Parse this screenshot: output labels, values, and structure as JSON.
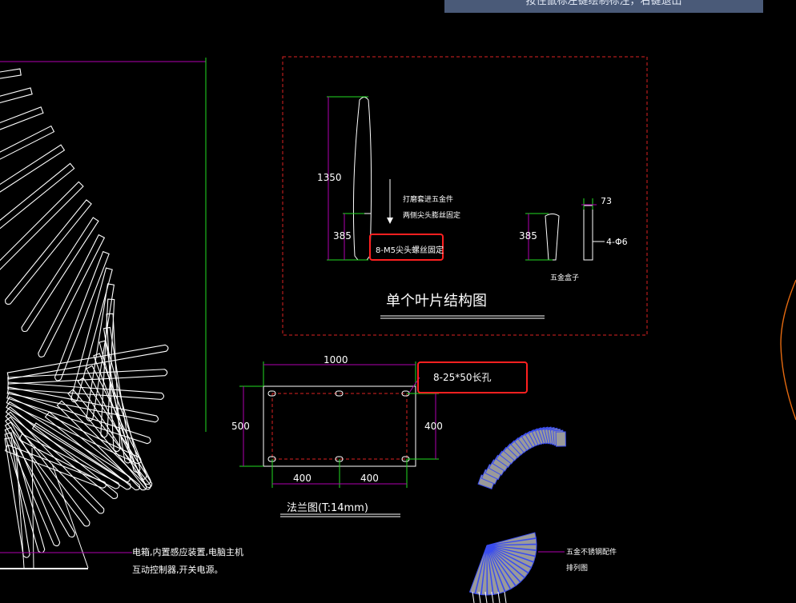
{
  "tooltip": "按住鼠标左键绘制标注，右键退出",
  "blade": {
    "dim_total": "1350",
    "dim_lower": "385",
    "note_line1": "打磨套进五金件",
    "note_line2": "两侧尖头膨丝固定",
    "screw_label": "8-M5尖头螺丝固定",
    "title": "单个叶片结构图"
  },
  "hardware": {
    "dim_height": "385",
    "dim_width": "73",
    "hole_label": "4-Φ6",
    "caption": "五金盒子"
  },
  "flange": {
    "dim_width": "1000",
    "dim_height": "500",
    "dim_right": "400",
    "dim_bottom_left": "400",
    "dim_bottom_right": "400",
    "slot_label": "8-25*50长孔",
    "title": "法兰图(T:14mm)"
  },
  "arrangement": {
    "label_line1": "五金不锈钢配件",
    "label_line2": "排列图"
  },
  "base_note": {
    "line1": "电箱,内置感应装置,电脑主机",
    "line2": "互动控制器,开关电源。"
  },
  "colors": {
    "background": "#000000",
    "line": "#ffffff",
    "dimension": "#b000b0",
    "extension": "#22dd22",
    "hidden": "#dd2222",
    "highlight": "#ff2020",
    "blue_parts": "#3a4df0",
    "gray_fill": "#9a9a9a",
    "orange_curve": "#e56a10",
    "tooltip_bg": "#4a5a78"
  }
}
